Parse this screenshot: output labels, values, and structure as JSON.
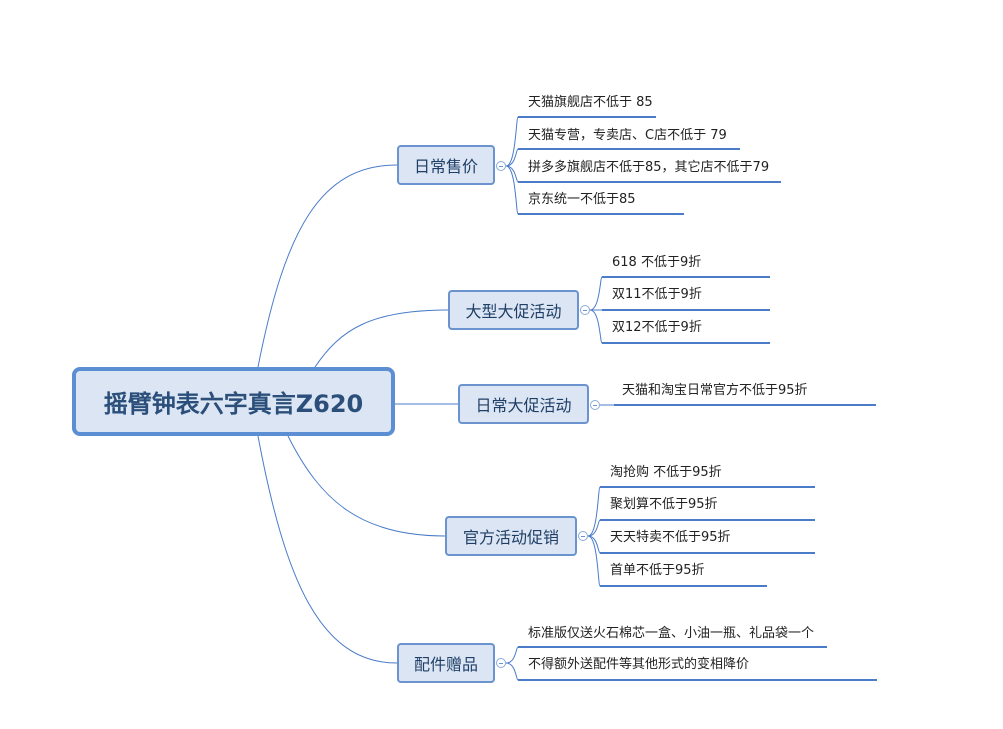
{
  "root": {
    "label": "摇臂钟表六字真言Z620"
  },
  "branches": [
    {
      "label": "日常售价",
      "leaves": [
        "天猫旗舰店不低于 85",
        "天猫专营，专卖店、C店不低于 79",
        "拼多多旗舰店不低于85，其它店不低于79",
        "京东统一不低于85"
      ]
    },
    {
      "label": "大型大促活动",
      "leaves": [
        "618 不低于9折",
        "双11不低于9折",
        "双12不低于9折"
      ]
    },
    {
      "label": "日常大促活动",
      "leaves": [
        "天猫和淘宝日常官方不低于95折"
      ]
    },
    {
      "label": "官方活动促销",
      "leaves": [
        "淘抢购 不低于95折",
        "聚划算不低于95折",
        "天天特卖不低于95折",
        "首单不低于95折"
      ]
    },
    {
      "label": "配件赠品",
      "leaves": [
        "标准版仅送火石棉芯一盒、小油一瓶、礼品袋一个",
        "不得额外送配件等其他形式的变相降价"
      ]
    }
  ],
  "colors": {
    "line": "#4a7cc9",
    "node_fill": "#dbe5f3",
    "node_border": "#6a93cf"
  }
}
